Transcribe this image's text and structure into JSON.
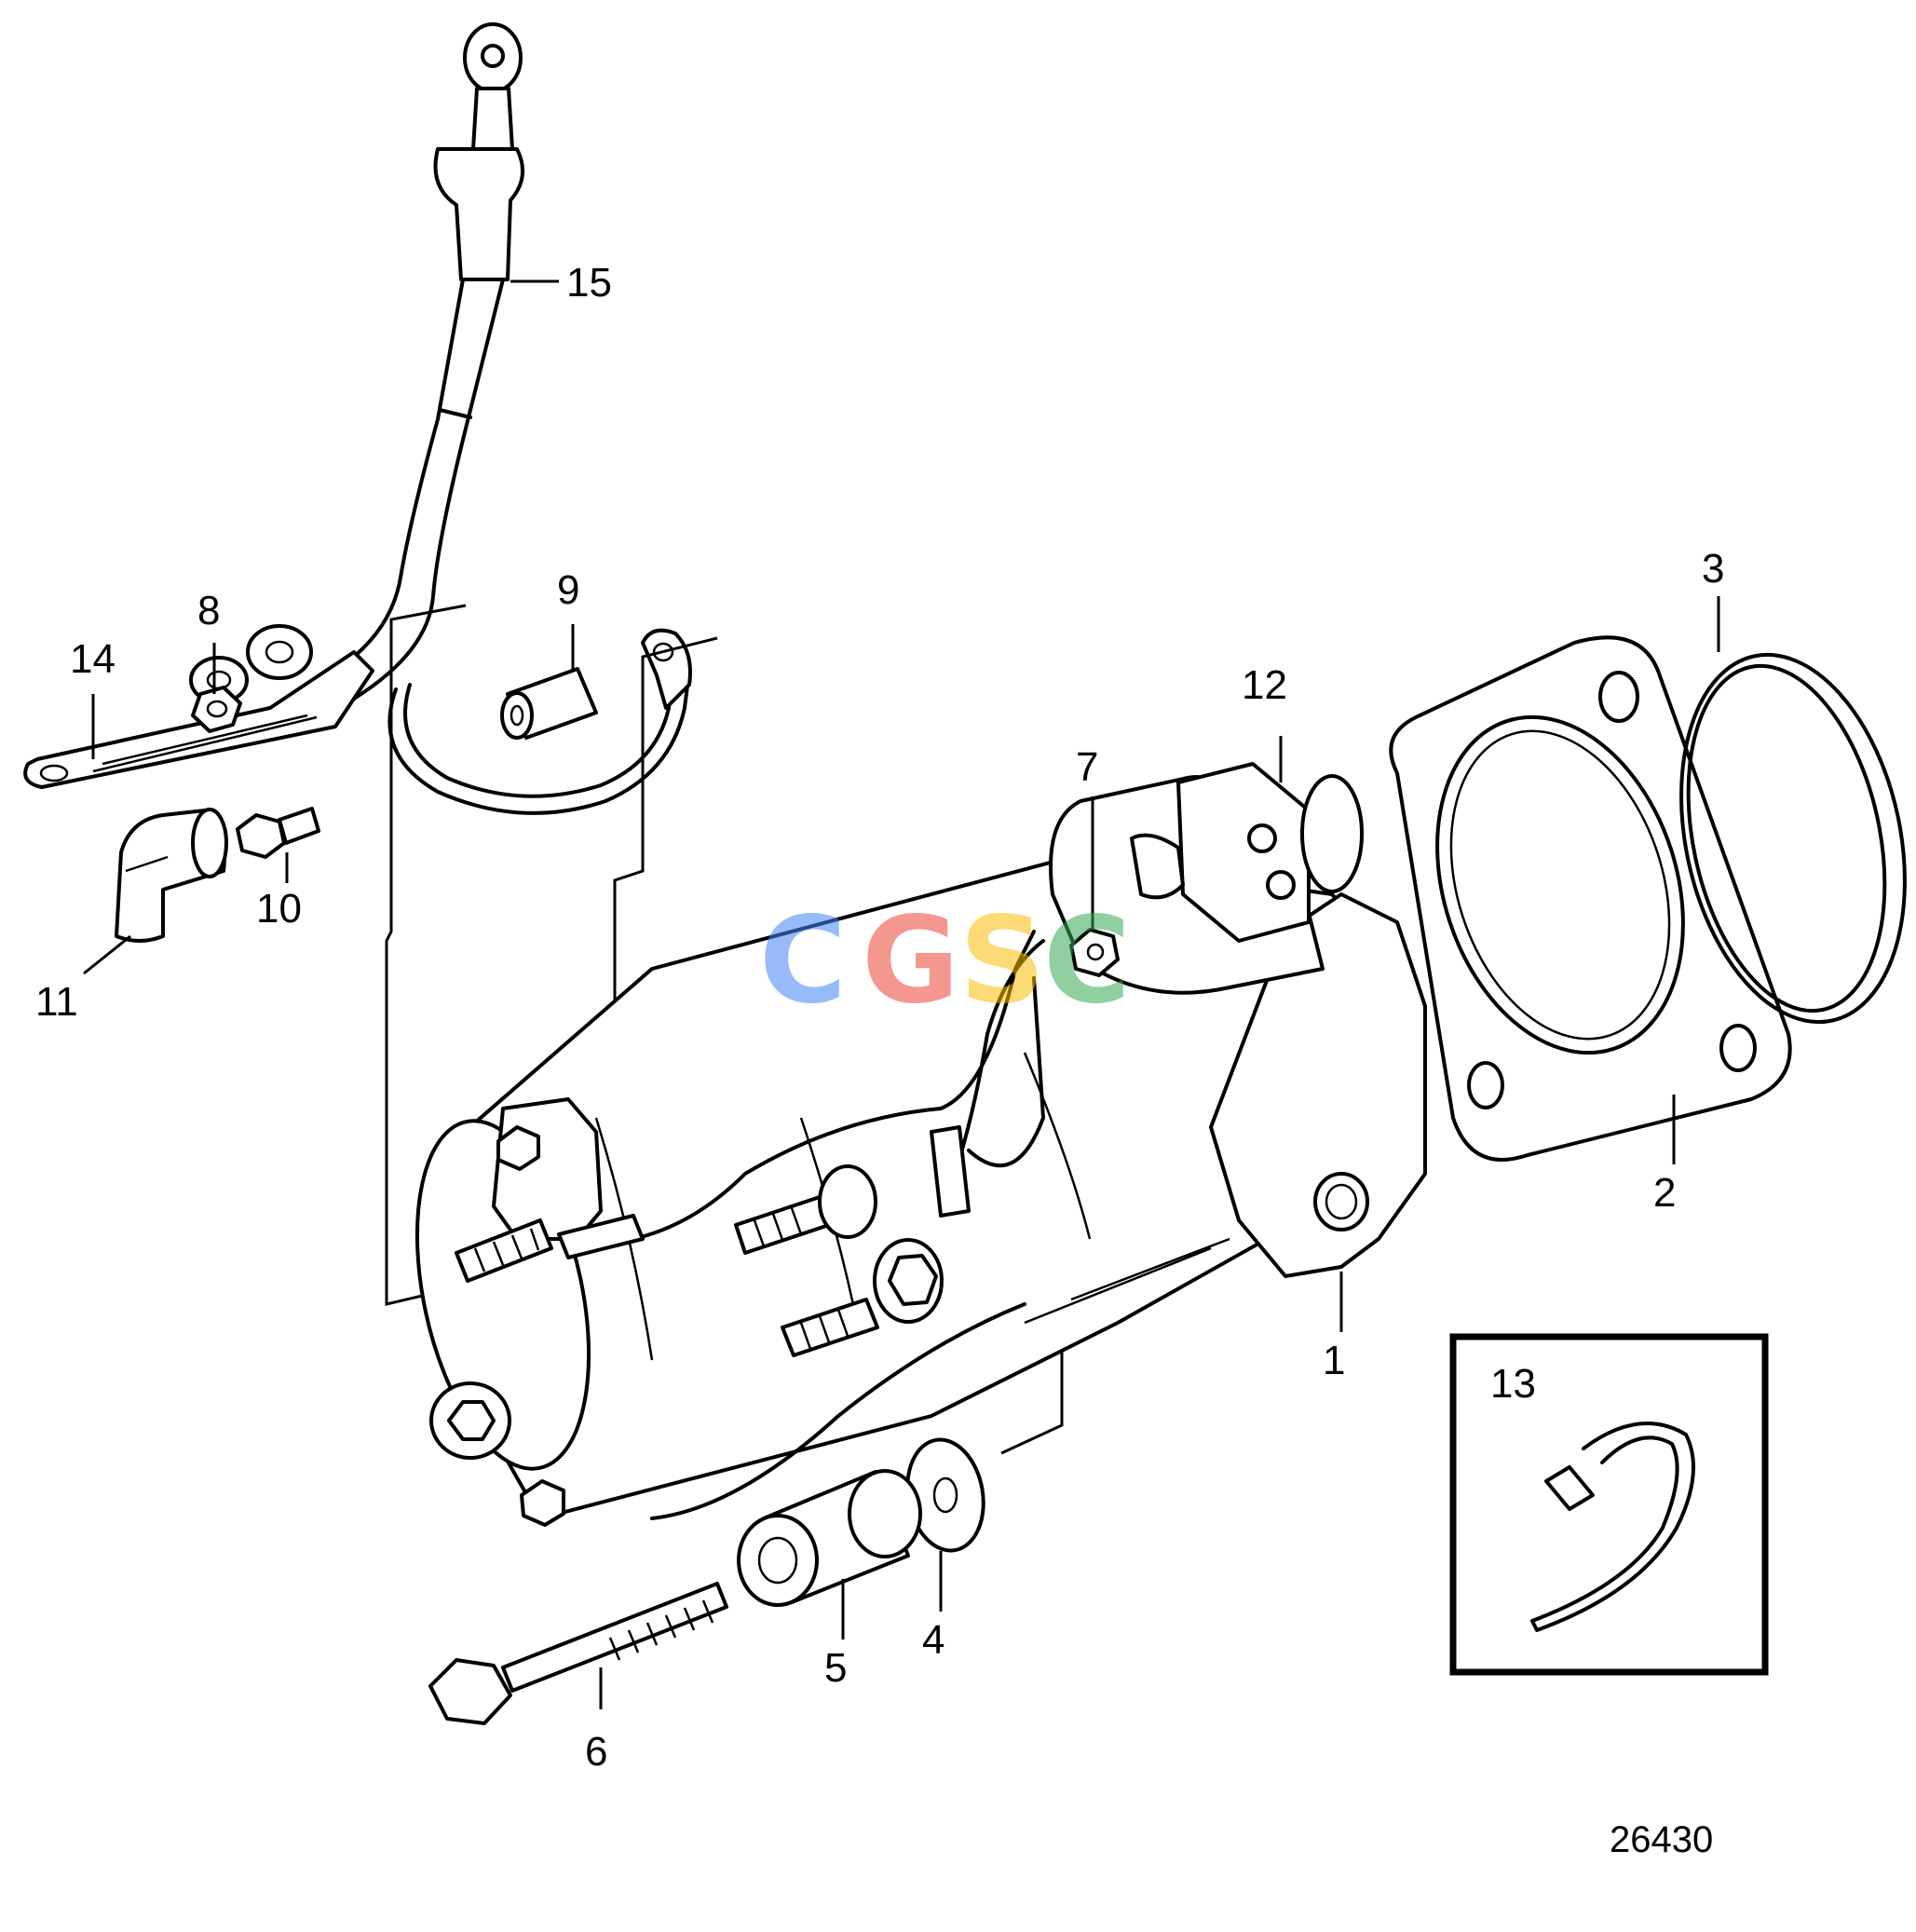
{
  "diagram": {
    "figure_number": "26430",
    "callouts": [
      "1",
      "2",
      "3",
      "4",
      "5",
      "6",
      "7",
      "8",
      "9",
      "10",
      "11",
      "12",
      "13",
      "14",
      "15"
    ],
    "watermark": {
      "text": "CGSC",
      "colors": [
        "#4285F4",
        "#EA4335",
        "#FBBC05",
        "#34A853"
      ]
    }
  }
}
